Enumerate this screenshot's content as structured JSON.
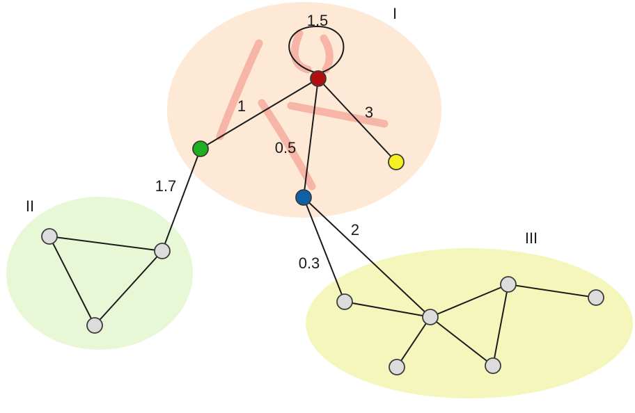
{
  "clusters": {
    "c1": {
      "label": "I",
      "fill": "#fde9d6"
    },
    "c2": {
      "label": "II",
      "fill": "#e8f7d6"
    },
    "c3": {
      "label": "III",
      "fill": "#f5f6bc"
    }
  },
  "edge_labels": {
    "loop": "1.5",
    "red_green": "1",
    "red_yellow": "3",
    "red_blue": "0.5",
    "green_c2": "1.7",
    "blue_c3a": "0.3",
    "blue_c3hub": "2"
  },
  "colors": {
    "red_node": "#b01010",
    "green_node": "#1fae1f",
    "blue_node": "#1060a8",
    "yellow_node": "#f5f020",
    "grey_node": "#dcdcdc",
    "annotation": "#f08a80"
  }
}
